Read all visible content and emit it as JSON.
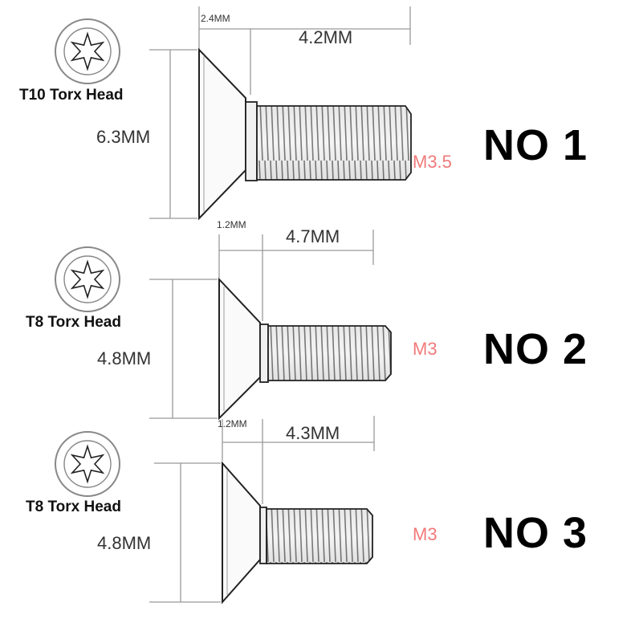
{
  "colors": {
    "thread_label": "#f07a7a",
    "line": "#888888",
    "text": "#000000"
  },
  "screws": [
    {
      "number_label": "NO 1",
      "head_type": "T10 Torx Head",
      "head_diameter": "6.3MM",
      "head_height": "2.4MM",
      "length": "4.2MM",
      "thread": "M3.5",
      "icon": "torx-icon"
    },
    {
      "number_label": "NO 2",
      "head_type": "T8 Torx Head",
      "head_diameter": "4.8MM",
      "head_height": "1.2MM",
      "length": "4.7MM",
      "thread": "M3",
      "icon": "torx-icon"
    },
    {
      "number_label": "NO 3",
      "head_type": "T8 Torx Head",
      "head_diameter": "4.8MM",
      "head_height": "1.2MM",
      "length": "4.3MM",
      "thread": "M3",
      "icon": "torx-icon"
    }
  ]
}
